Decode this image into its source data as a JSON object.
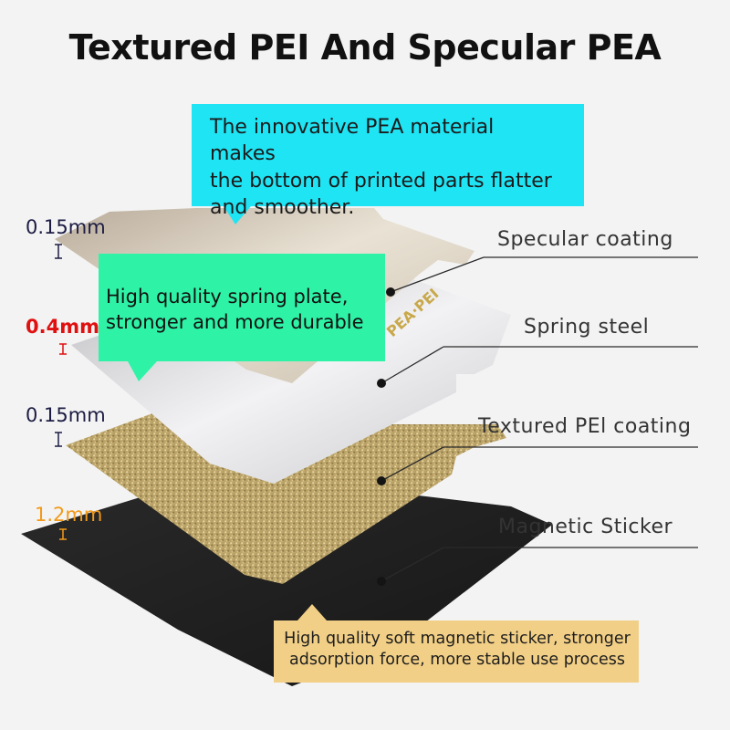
{
  "title": "Textured PEI And Specular PEA",
  "layers": [
    {
      "thickness": "0.15mm",
      "thickness_color": "#1c1c44",
      "label": "Specular coating"
    },
    {
      "thickness": "0.4mm",
      "thickness_color": "#e01010",
      "label": "Spring steel"
    },
    {
      "thickness": "0.15mm",
      "thickness_color": "#1c1c44",
      "label": "Textured PEl coating"
    },
    {
      "thickness": "1.2mm",
      "thickness_color": "#f29a1a",
      "label": "Magnetic Sticker"
    }
  ],
  "callouts": {
    "pea": {
      "text": "The innovative PEA material makes\nthe bottom of printed parts flatter\nand smoother.",
      "color": "#1fe4f4"
    },
    "spring": {
      "text": "High quality  spring plate,\nstronger and more durable",
      "color": "#2ef3a6"
    },
    "magnet": {
      "text": "High quality soft magnetic sticker, stronger\nadsorption force, more stable use process",
      "color": "#f2cf86"
    }
  },
  "plate_print": "PEA·PEI"
}
